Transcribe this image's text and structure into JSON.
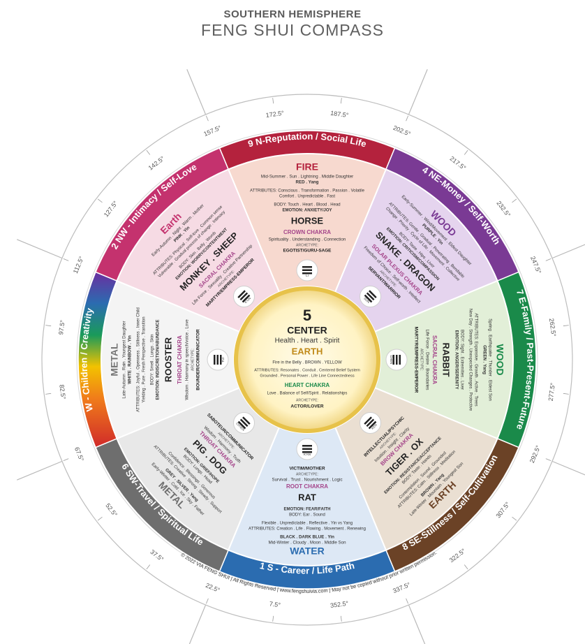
{
  "header": {
    "title_line1": "SOUTHERN HEMISPHERE",
    "title_line2": "FENG SHUI COMPASS"
  },
  "colors": {
    "fire": "#b4223d",
    "metal_ring": "#6e6e6e",
    "water": "#2b6cb0",
    "earth_se": "#6b4226",
    "wood_east": "#1a8a4a",
    "wood_ne": "#7a3a94",
    "earth_nw": "#c4326e",
    "rainbow": "#f2c200"
  },
  "degree_labels": [
    "172.5°",
    "187.5°",
    "202.5°",
    "217.5°",
    "232.5°",
    "247.5°",
    "262.5°",
    "277.5°",
    "292.5°",
    "307.5°",
    "322.5°",
    "337.5°",
    "352.5°",
    "7.5°",
    "22.5°",
    "37.5°",
    "52.5°",
    "67.5°",
    "82.5°",
    "97.5°",
    "112.5°",
    "127.5°",
    "142.5°",
    "157.5°"
  ],
  "sectors": [
    {
      "id": "n",
      "number": "9",
      "band_label": "N-Reputation / Social Life",
      "element": "FIRE",
      "meta": "Mid-Summer . Sun . Lightning . Middle Daughter",
      "color_yang": "RED . Yang",
      "attributes": "ATTRIBUTES: Conscious . Transformation . Passion . Volatile",
      "attributes2": "Comfort . Unpredictable . Fast",
      "body": "BODY: Touch . Heart . Blood . Head",
      "emotion": "EMOTION: ANXIETY/JOY",
      "animal": "HORSE",
      "chakra": "CROWN CHAKRA",
      "chakra_desc": "Spirituality . Understanding . Connection",
      "archetype_label": "ARCHETYPE:",
      "archetype": "EGOTIST/GURU-SAGE",
      "trigram": "LI",
      "trigram_sub": "Fire"
    },
    {
      "id": "ne",
      "number": "4",
      "band_label": "NE-Money / Self-Worth",
      "element": "WOOD",
      "meta": "Early-Summer . Wind/Movement . Eldest Daughter",
      "color_yang": "PURPLE . Yin",
      "attributes": "ATTRIBUTES: Gentle . Gradual . Penetrating . Bendable",
      "attributes2": "Change . Priority . Cycle of Life . Movement . Collective",
      "body": "BODY: Taste . Hips . Liver",
      "emotion": "EMOTION: CRITICISM/COMPASSION",
      "animal": "SNAKE . DRAGON",
      "chakra": "SOLAR PLEXUS CHAKRA",
      "chakra_desc": "Freedom of Choice . Self-worth . Intellect",
      "archetype_label": "ARCHETYPE:",
      "archetype": "SERVANT/WARRIOR",
      "trigram": "SUN",
      "trigram_sub": "Wind"
    },
    {
      "id": "e",
      "number": "7",
      "band_label": "E-Family / Past-Present-Future",
      "element": "WOOD",
      "meta": "Spring . Earthquake . Thunder . Eldest Son",
      "color_yang": "GREEN . Yang",
      "attributes": "ATTRIBUTES: Expansive . Growth . Active . Trees",
      "attributes2": "New Day . Strength . Unexpected Changes . Protective",
      "body": "BODY: Sight . Extremities . Liver",
      "emotion": "EMOTION: ANGER/SERENITY",
      "animal": "RABBIT",
      "chakra": "SACRAL CHAKRA",
      "chakra_desc": "Life Force . Desire . Boundaries",
      "archetype_label": "ARCHETYPE:",
      "archetype": "MARTYR/EMPRESS-EMPEROR",
      "trigram": "CHEN",
      "trigram_sub": "Thunder"
    },
    {
      "id": "se",
      "number": "8",
      "band_label": "SE-Stillness / Self-Cultivation",
      "element": "EARTH",
      "meta": "Late-Winter . Mountain . Youngest Son",
      "color_yang": "BROWN . Yang",
      "attributes": "ATTRIBUTES: Calm . Stillness . Meditation",
      "attributes2": "Contemplation . Sound . Grounded",
      "body": "BODY: Taste . Hands",
      "emotion": "EMOTION: RESISTANCE/ACCEPTANCE",
      "animal": "TIGER . OX",
      "chakra": "BROW CHAKRA",
      "chakra_desc": "Intuition . Insight . Clarity",
      "archetype_label": "ARCHETYPE:",
      "archetype": "INTELLECTUAL/PSYCHIC",
      "trigram": "KEN",
      "trigram_sub": "Mountain"
    },
    {
      "id": "s",
      "number": "1",
      "band_label": "S - Career / Life Path",
      "element": "WATER",
      "meta": "Mid-Winter . Cloudy . Moon . Middle Son",
      "color_yang": "BLACK . DARK BLUE . Yin",
      "attributes": "ATTRIBUTES: Creation . Life . Flowing . Movement . Renewing",
      "attributes2": "Flexible . Unpredictable . Reflective . Yin vs Yang",
      "body": "BODY: Ear . Sound",
      "emotion": "EMOTION: FEAR/FAITH",
      "animal": "RAT",
      "chakra": "ROOT CHAKRA",
      "chakra_desc": "Survival . Trust . Nourishment . Logic",
      "archetype_label": "ARCHETYPE:",
      "archetype": "VICTIM/MOTHER",
      "trigram": "K'AN",
      "trigram_sub": "Water"
    },
    {
      "id": "sw",
      "number": "6",
      "band_label": "SW-Travel / Spiritual Life",
      "element": "METAL",
      "meta": "Early-Winter . Cold . Ice . Sky . Father",
      "color_yang": "GREY . SILVER . Yang",
      "attributes": "ATTRIBUTES: Creative . Strong . Steady . Support",
      "attributes2": "Confidence . Blessings . Generous",
      "body": "BODY: Lungs . Head",
      "emotion": "EMOTION: GRIEF/HOPE",
      "animal": "PIG . DOG",
      "chakra": "THROAT CHAKRA",
      "chakra_desc": "Wisdom . Harmony . Truth",
      "archetype_label": "ARCHETYPE:",
      "archetype": "SABOTEUR/COMMUNICATOR",
      "trigram": "CH'IEN",
      "trigram_sub": "Heaven"
    },
    {
      "id": "w",
      "number": "",
      "band_label": "W - Children / Creativity",
      "element": "METAL",
      "meta": "Late-Autumn . Rain . Youngest Daughter",
      "color_yang": "WHITE . RAINBOW . Yin",
      "attributes": "ATTRIBUTES: Joyful . Openness . Stillness . Inner Child",
      "attributes2": "Yielding . Pure . Fresh Perspective . Transition",
      "body": "BODY: Smell . Lungs . Skin",
      "emotion": "EMOTION: INDISCRETION/ABUNDANCE",
      "animal": "ROOSTER",
      "chakra": "THROAT CHAKRA",
      "chakra_desc": "Wisdom . Harmony in speech/voice . Love",
      "archetype_label": "ARCHETYPE:",
      "archetype": "BOUNDER/COMMUNICATOR",
      "trigram": "TUI",
      "trigram_sub": "Lake"
    },
    {
      "id": "nw",
      "number": "2",
      "band_label": "NW - Intimacy / Self-Love",
      "element": "Earth",
      "meta": "Early-Autumn . Night . Warm . Mother",
      "color_yang": "PINK . Yin",
      "attributes": "ATTRIBUTES: Physical . Self-love . Common sense",
      "attributes2": "Vulnerable . Gradual process of change . Intimacy",
      "body": "BODY: Skin . Belly . Womb",
      "emotion": "EMOTION: WORRY/CONTENTMENT",
      "animal": "MONKEY . SHEEP",
      "chakra": "SACRAL CHAKRA",
      "chakra_desc": "Life Force . Sexuality . Creative Partnership",
      "archetype_label": "ARCHETYPE:",
      "archetype": "MARTYR/EMPRESS-EMPEROR",
      "trigram": "K'UN",
      "trigram_sub": "Earth"
    }
  ],
  "center": {
    "number": "5",
    "title": "CENTER",
    "subtitle": "Health . Heart . Spirit",
    "element": "EARTH",
    "line1": "Fire in the Belly . BROWN . YELLOW",
    "line2": "ATTRIBUTES: Resonates . Conduit . Centered Belief System",
    "line3": "Grounded . Personal Power . Life Line Connectedness",
    "chakra": "HEART CHAKRA",
    "chakra_desc": "Love . Balance of Self/Spirit . Relationships",
    "archetype_label": "ARCHETYPE:",
    "archetype": "ACTOR/LOVER"
  },
  "footer": {
    "copyright": "© 2022 VIA FENG SHUI  |  All Rights Reserved  |  www.fengshuivia.com  |  May not be copied without prior written permission."
  }
}
